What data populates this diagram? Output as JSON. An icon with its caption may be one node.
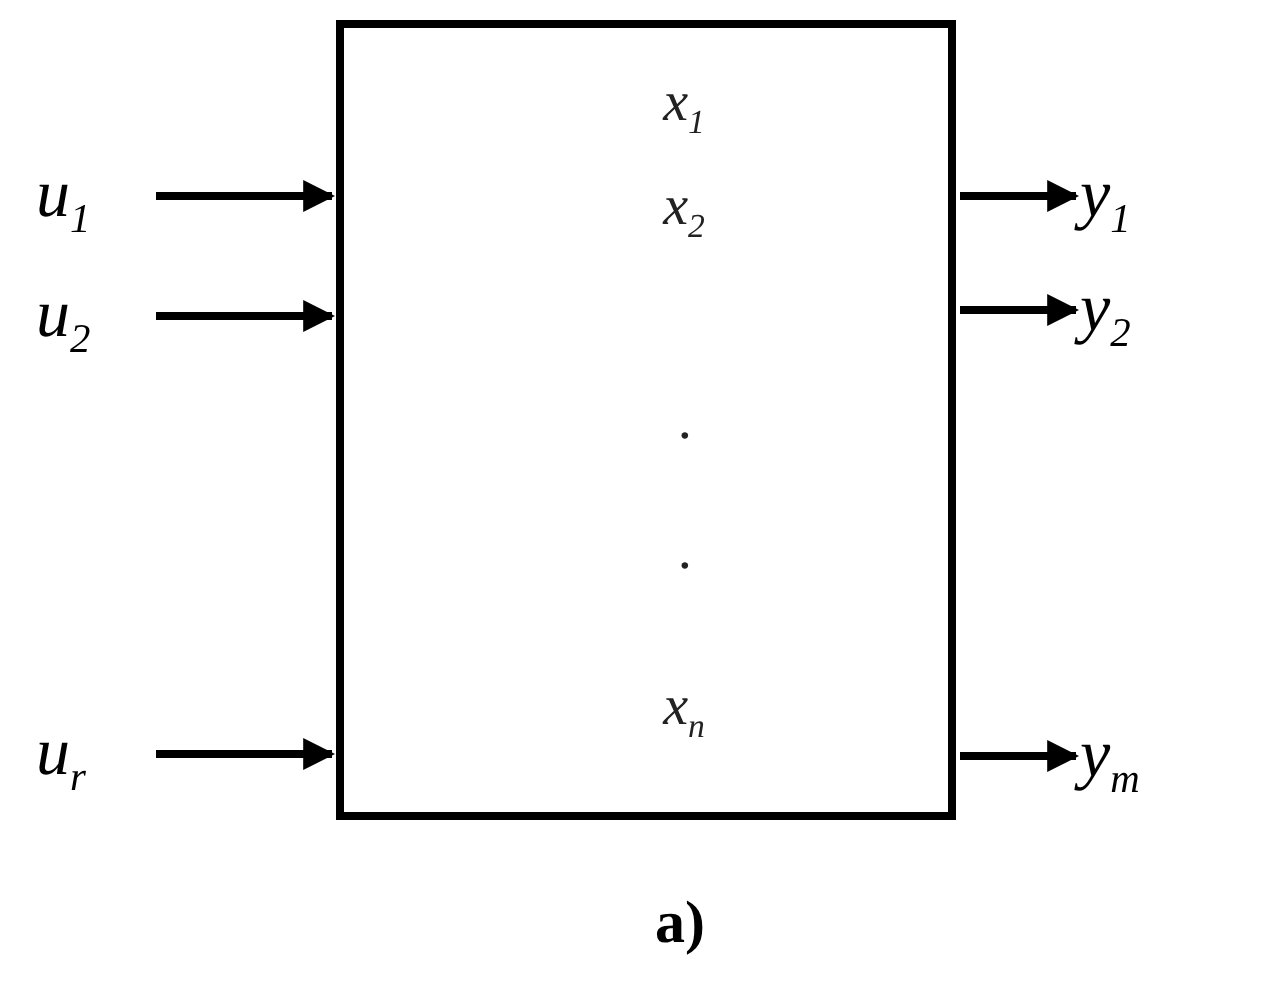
{
  "diagram": {
    "nodes": [
      {
        "text": [
          "x$_{1}$",
          "x$_{2}$",
          "·",
          "·",
          "x$_{n}$"
        ]
      },
      {
        "text": [
          "u$_{1}$"
        ]
      },
      {
        "text": [
          "u$_{2}$"
        ]
      },
      {
        "text": [
          "u$_{r}$"
        ]
      },
      {
        "text": [
          "y$_{1}$"
        ]
      },
      {
        "text": [
          "y$_{2}$"
        ]
      },
      {
        "text": [
          "y$_{m}$"
        ]
      }
    ],
    "edges": [
      {
        "from": 1,
        "to": 0,
        "arrow": "to"
      },
      {
        "from": 2,
        "to": 0,
        "arrow": "to"
      },
      {
        "from": 3,
        "to": 0,
        "arrow": "to"
      },
      {
        "from": 0,
        "to": 4,
        "arrow": "to"
      },
      {
        "from": 0,
        "to": 5,
        "arrow": "to"
      },
      {
        "from": 0,
        "to": 6,
        "arrow": "to"
      }
    ],
    "labels": [
      "a)"
    ]
  }
}
